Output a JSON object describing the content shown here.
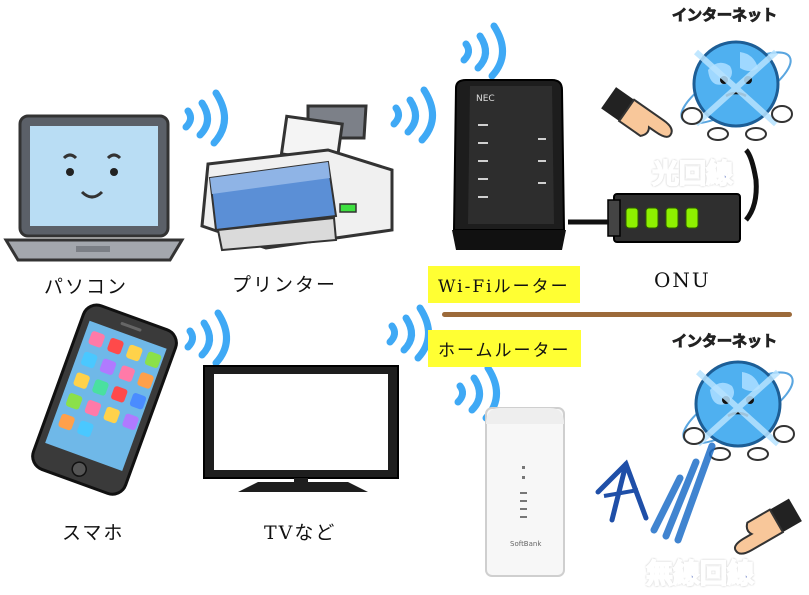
{
  "devices": {
    "pc": "パソコン",
    "printer": "プリンター",
    "smartphone": "スマホ",
    "tv": "TVなど",
    "onu": "ONU"
  },
  "routers": {
    "wifi_router": "Wi-Fiルーター",
    "home_router": "ホームルーター",
    "wifi_brand": "NEC",
    "home_brand": "SoftBank"
  },
  "internet": {
    "top_title": "インターネット",
    "bottom_title": "インターネット",
    "fiber_line": "光回線",
    "wireless_line": "無線回線"
  },
  "colors": {
    "wave": "#3fa9f5",
    "label_bg": "#ffff33",
    "line_label": "#1f3ea8",
    "internet_title": "#ff3ad0",
    "divider": "#9c6a3a"
  }
}
